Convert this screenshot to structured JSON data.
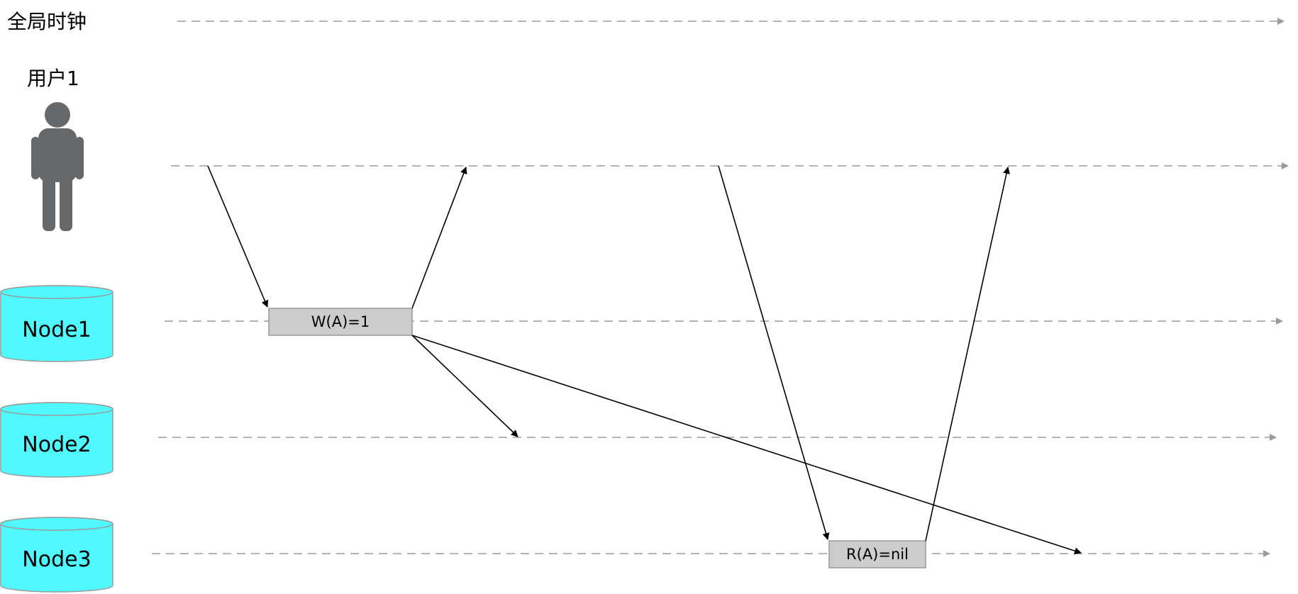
{
  "labels": {
    "clock": "全局时钟",
    "user": "用户1"
  },
  "nodes": [
    {
      "label": "Node1"
    },
    {
      "label": "Node2"
    },
    {
      "label": "Node3"
    }
  ],
  "operations": {
    "write": "W(A)=1",
    "read": "R(A)=nil"
  },
  "colors": {
    "node_fill": "#4ff9ff",
    "node_stroke": "#9a9a9a",
    "op_fill": "#cccccc",
    "op_stroke": "#999999",
    "person": "#666869",
    "timeline": "#9b9b9b",
    "arrow": "#000000"
  }
}
